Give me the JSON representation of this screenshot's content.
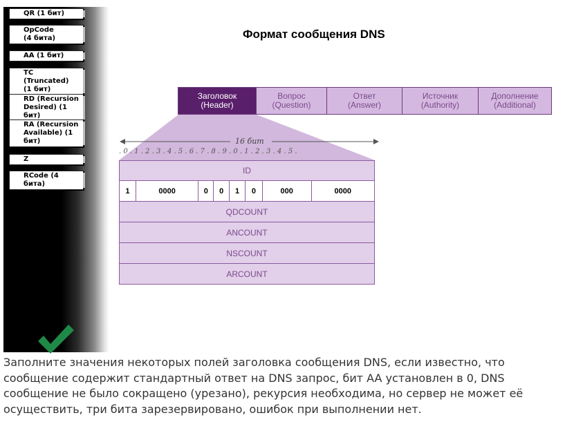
{
  "fields": [
    "QR (1 бит)",
    "OpCode (4 бита)",
    "AA (1 бит)",
    "TC (Truncated) (1 бит)",
    "RD (Recursion Desired) (1 бит)",
    "RA (Recursion Available) (1 бит)",
    "Z",
    "RCode (4 бита)"
  ],
  "field_lines": [
    [
      "QR (1 бит)"
    ],
    [
      "OpCode",
      "(4 бита)"
    ],
    [
      "AA (1 бит)"
    ],
    [
      "TC (Truncated)",
      "(1 бит)"
    ],
    [
      "RD (Recursion",
      "Desired) (1 бит)"
    ],
    [
      "RA (Recursion",
      "Available) (1",
      "бит)"
    ],
    [
      "Z"
    ],
    [
      "RCode (4 бита)"
    ]
  ],
  "title": "Формат сообщения DNS",
  "sections": [
    {
      "name": "Заголовок",
      "sub": "(Header)"
    },
    {
      "name": "Вопрос",
      "sub": "(Question)"
    },
    {
      "name": "Ответ",
      "sub": "(Answer)"
    },
    {
      "name": "Источник",
      "sub": "(Authority)"
    },
    {
      "name": "Дополнение",
      "sub": "(Additional)"
    }
  ],
  "bits_label": "16 бит",
  "bit_numbers": ". 0 . 1 . 2 . 3 . 4 . 5 . 6 . 7 . 8 . 9 . 0 . 1 . 2 . 3 . 4 . 5 .",
  "header": {
    "id": "ID",
    "flags": [
      "1",
      "0000",
      "0",
      "0",
      "1",
      "0",
      "000",
      "0000"
    ],
    "qdcount": "QDCOUNT",
    "ancount": "ANCOUNT",
    "nscount": "NSCOUNT",
    "arcount": "ARCOUNT"
  },
  "description": "Заполните значения некоторых полей заголовка сообщения DNS, если известно, что сообщение содержит стандартный ответ на DNS запрос, бит AA установлен в 0, DNS сообщение не было сокращено (урезано), рекурсия необходима, но сервер не может её осуществить, три бита зарезервировано, ошибок при выполнении нет.",
  "colors": {
    "accent": "#5a1f6b",
    "section_bg": "#d5b8e0",
    "row_bg": "#e2cfea",
    "check": "#1f8a47"
  }
}
